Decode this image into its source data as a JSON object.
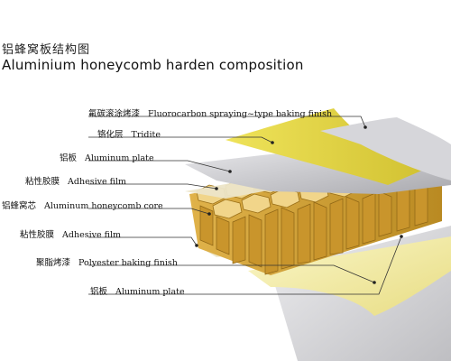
{
  "title_cn": "铝蜂窝板结构图",
  "title_en": "Aluminium honeycomb harden composition",
  "layers": [
    {
      "cn": "氟碳滚涂烤漆",
      "en": "Fluorocarbon spraying~type baking finish"
    },
    {
      "cn": "铬化层",
      "en": "Tridite"
    },
    {
      "cn": "铝板",
      "en": "Aluminum plate"
    },
    {
      "cn": "粘性胶膜",
      "en": "Adhesive film"
    },
    {
      "cn": "铝蜂窝芯",
      "en": "Aluminum honeycomb core"
    },
    {
      "cn": "粘性胶膜",
      "en": "Adhesive film"
    },
    {
      "cn": "聚脂烤漆",
      "en": "Polyester baking finish"
    },
    {
      "cn": "铝板",
      "en": "Aluminum plate"
    }
  ],
  "colors": {
    "fluorocarbon_finish": "#c9c9cc",
    "tridite": "#e6dc45",
    "aluminum_plate": "#d2d2d6",
    "adhesive_film": "#ece5c8",
    "honeycomb_core": "#d9a638",
    "polyester_finish": "#f1ea9a",
    "leader_line": "#333333"
  }
}
